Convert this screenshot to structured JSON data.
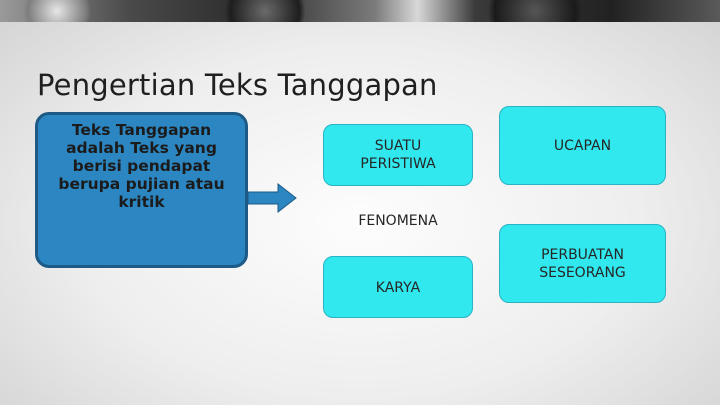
{
  "slide": {
    "title": "Pengertian Teks Tanggapan",
    "definition": "Teks Tanggapan adalah Teks yang berisi pendapat berupa pujian atau kritik",
    "items": {
      "suatu_peristiwa": "SUATU PERISTIWA",
      "fenomena": "FENOMENA",
      "karya": "KARYA",
      "ucapan": "UCAPAN",
      "perbuatan_seseorang": "PERBUATAN SESEORANG"
    }
  },
  "colors": {
    "definition_box": "#2c86c1",
    "definition_border": "#1d5a86",
    "item_box": "#30e8ee",
    "arrow": "#2c86c1"
  },
  "icons": {
    "arrow": "right-arrow-icon"
  }
}
